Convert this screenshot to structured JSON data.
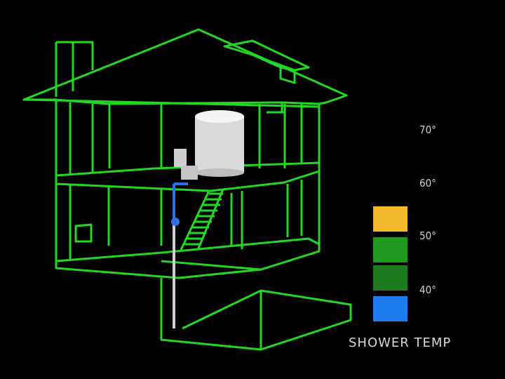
{
  "scale": {
    "ticks": [
      "70°",
      "60°",
      "50°",
      "40°"
    ],
    "label": "SHOWER TEMP",
    "swatch_colors": [
      "#f2b82a",
      "#1f9a1f",
      "#1e7a1e",
      "#1e7ef0"
    ]
  },
  "colors": {
    "wireframe": "#22d822",
    "pipe": "#2f6fe8",
    "tank": "#d9d9d9",
    "background": "#000000"
  }
}
